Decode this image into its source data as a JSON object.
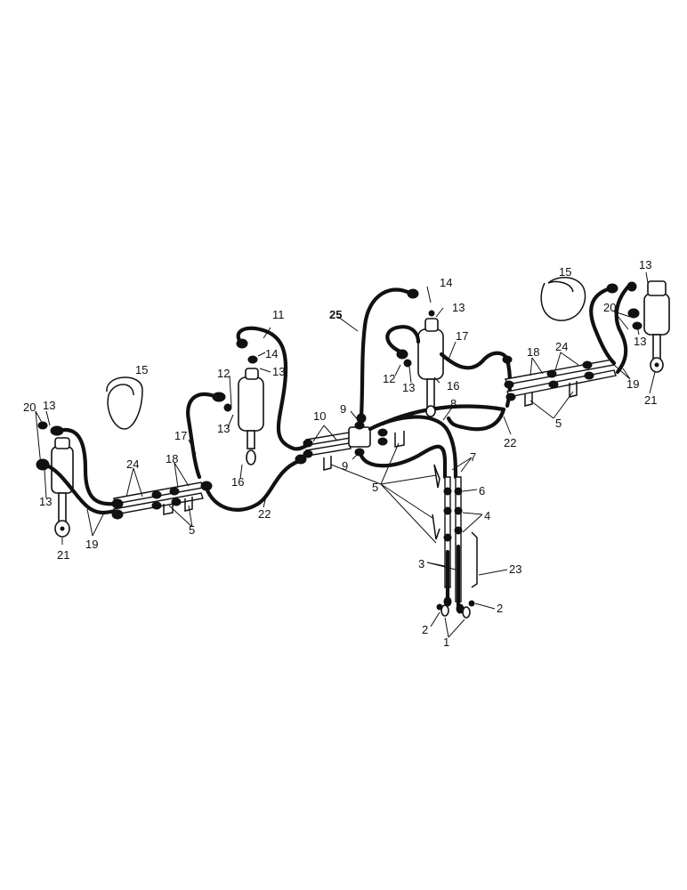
{
  "callouts": {
    "c1": "1",
    "c2a": "2",
    "c2b": "2",
    "c3": "3",
    "c4": "4",
    "c5a": "5",
    "c5b": "5",
    "c5c": "5",
    "c6": "6",
    "c7": "7",
    "c8": "8",
    "c9a": "9",
    "c9b": "9",
    "c10": "10",
    "c11": "11",
    "c12a": "12",
    "c12b": "12",
    "c13a": "13",
    "c13b": "13",
    "c13c": "13",
    "c13d": "13",
    "c13e": "13",
    "c13f": "13",
    "c13g": "13",
    "c13h": "13",
    "c14a": "14",
    "c14b": "14",
    "c15a": "15",
    "c15b": "15",
    "c16a": "16",
    "c16b": "16",
    "c17a": "17",
    "c17b": "17",
    "c18a": "18",
    "c18b": "18",
    "c19a": "19",
    "c19b": "19",
    "c20a": "20",
    "c20b": "20",
    "c21a": "21",
    "c21b": "21",
    "c22a": "22",
    "c22b": "22",
    "c23": "23",
    "c24a": "24",
    "c24b": "24",
    "c25": "25"
  }
}
